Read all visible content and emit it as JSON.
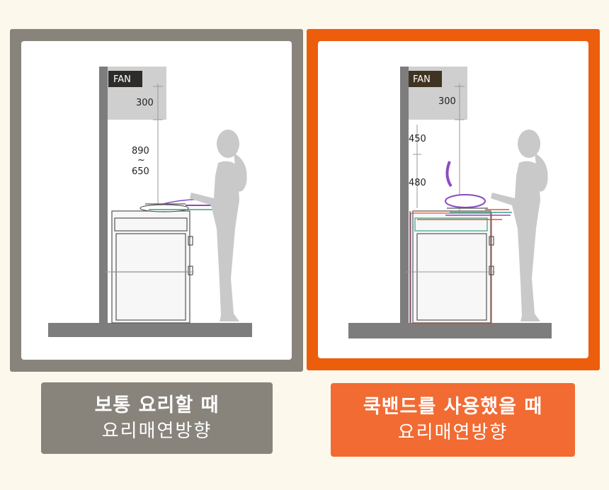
{
  "left_panel": {
    "fan_label": "FAN",
    "dim_top": "300",
    "dim_mid_1": "890",
    "dim_mid_sep": "~",
    "dim_mid_2": "650",
    "caption_title": "보통 요리할 때",
    "caption_sub": "요리매연방향"
  },
  "right_panel": {
    "fan_label": "FAN",
    "dim_top": "300",
    "dim_mid_a": "450",
    "dim_mid_b": "480",
    "caption_title": "쿡밴드를 사용했을 때",
    "caption_sub": "요리매연방향"
  },
  "colors": {
    "left_frame": "#88847c",
    "right_frame": "#ec5d0c",
    "right_caption": "#f26b33",
    "background": "#fdf8ec"
  }
}
